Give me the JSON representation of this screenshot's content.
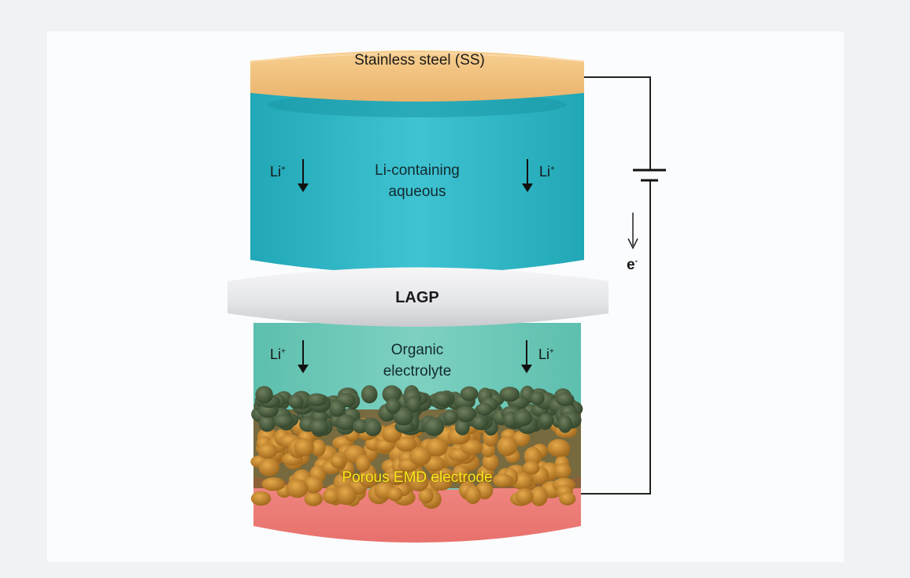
{
  "labels": {
    "ss": "Stainless steel (SS)",
    "aqueous_line1": "Li-containing",
    "aqueous_line2": "aqueous",
    "lagp": "LAGP",
    "organic_line1": "Organic",
    "organic_line2": "electrolyte",
    "electrode": "Porous EMD electrode",
    "ion": "Li",
    "ion_charge": "+",
    "electron": "e",
    "electron_charge": "-"
  },
  "colors": {
    "ss": "#f3c27c",
    "aqueous": "#2bb3c2",
    "lagp": "#ececee",
    "organic": "#6cc8b6",
    "pellets": "#c98a2b",
    "pellets_top": "#3f5a3a",
    "base": "#ef7d78",
    "electrode_text": "#f4e81a",
    "wire": "#222222"
  },
  "icons": {
    "battery": "battery-symbol-icon",
    "arrow": "down-arrow-icon"
  }
}
